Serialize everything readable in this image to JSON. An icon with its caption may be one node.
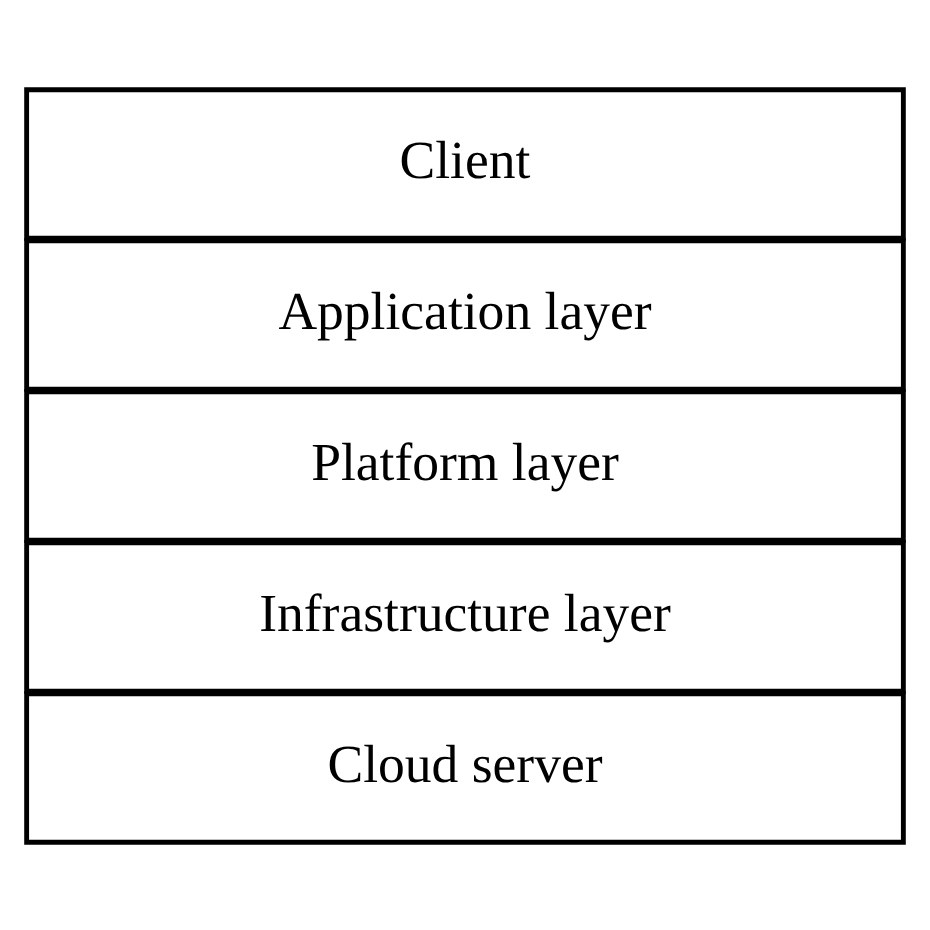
{
  "diagram": {
    "nodes": [
      {
        "text": [
          "Client"
        ]
      },
      {
        "text": [
          "Application layer"
        ]
      },
      {
        "text": [
          "Platform layer"
        ]
      },
      {
        "text": [
          "Infrastructure layer"
        ]
      },
      {
        "text": [
          "Cloud server"
        ]
      }
    ]
  }
}
